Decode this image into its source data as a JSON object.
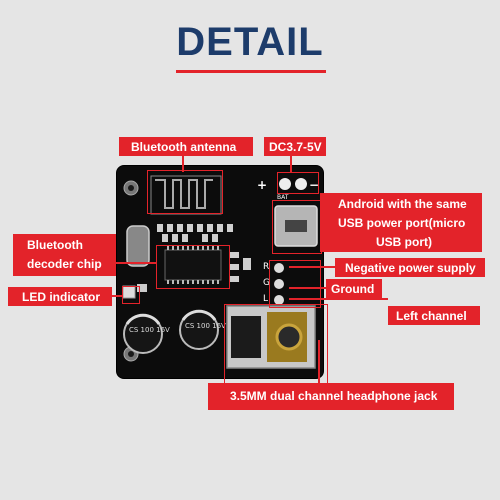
{
  "header": {
    "title": "DETAIL"
  },
  "labels": {
    "antenna": "Bluetooth antenna",
    "dc": "DC3.7-5V",
    "usb_line1": "Android with the same",
    "usb_line2": "USB power port(micro",
    "usb_line3": "USB port)",
    "negative": "Negative power supply",
    "ground": "Ground",
    "left_channel": "Left channel",
    "bt_chip_line1": "Bluetooth",
    "bt_chip_line2": "decoder chip",
    "led": "LED indicator",
    "jack": "3.5MM dual channel headphone jack"
  },
  "board": {
    "cap_text": "CS 100 16V",
    "plus": "+",
    "minus": "−",
    "bat": "BAT",
    "r": "R",
    "g": "G",
    "l": "L"
  },
  "colors": {
    "accent": "#e3232a",
    "title": "#1d3c6b",
    "board": "#0c0c0c"
  }
}
